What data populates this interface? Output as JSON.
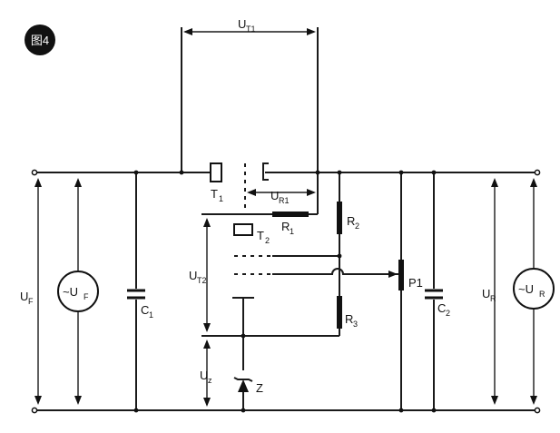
{
  "figure_badge": "图4",
  "labels": {
    "ut1": "U",
    "ut1_sub": "T1",
    "ur1": "U",
    "ur1_sub": "R1",
    "ut2": "U",
    "ut2_sub": "T2",
    "uz": "U",
    "uz_sub": "z",
    "uf": "U",
    "uf_sub": "F",
    "ur": "U",
    "ur_sub": "R",
    "t1": "T",
    "t1_sub": "1",
    "t2": "T",
    "t2_sub": "2",
    "r1": "R",
    "r1_sub": "1",
    "r2": "R",
    "r2_sub": "2",
    "r3": "R",
    "r3_sub": "3",
    "p1": "P1",
    "c1": "C",
    "c1_sub": "1",
    "c2": "C",
    "c2_sub": "2",
    "z": "Z",
    "src_f": "~U",
    "src_f_sub": "F",
    "src_r": "~U",
    "src_r_sub": "R"
  }
}
